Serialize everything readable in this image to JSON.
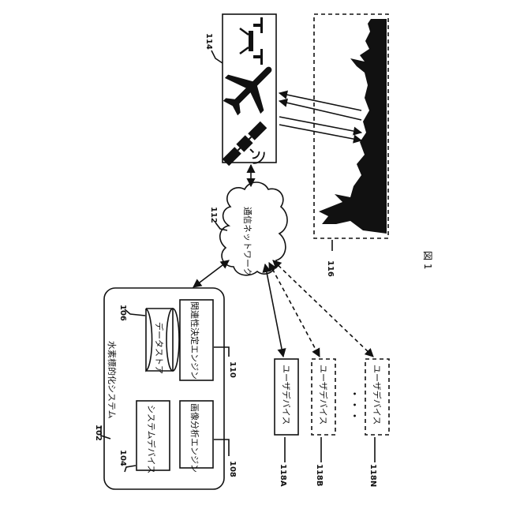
{
  "figure_label": "図 1",
  "system": {
    "title": "水素標的化システム",
    "ref": "102"
  },
  "system_device": {
    "label": "システムデバイス",
    "ref": "104"
  },
  "data_store": {
    "label": "データストア",
    "ref": "106"
  },
  "image_engine": {
    "label": "画像分析エンジン",
    "ref": "108"
  },
  "relevance_engine": {
    "label": "関連性決定エンジン",
    "ref": "110"
  },
  "network": {
    "label": "通信ネットワーク",
    "ref": "112"
  },
  "sensors": {
    "ref": "114",
    "icons": [
      "drone-icon",
      "airplane-icon",
      "satellite-icon"
    ]
  },
  "area": {
    "ref": "116"
  },
  "user_devices": [
    {
      "label": "ユーザデバイス",
      "ref": "118A",
      "style": "solid"
    },
    {
      "label": "ユーザデバイス",
      "ref": "118B",
      "style": "dashed"
    },
    {
      "label": "ユーザデバイス",
      "ref": "118N",
      "style": "dashed"
    }
  ],
  "ellipsis": "・・・"
}
